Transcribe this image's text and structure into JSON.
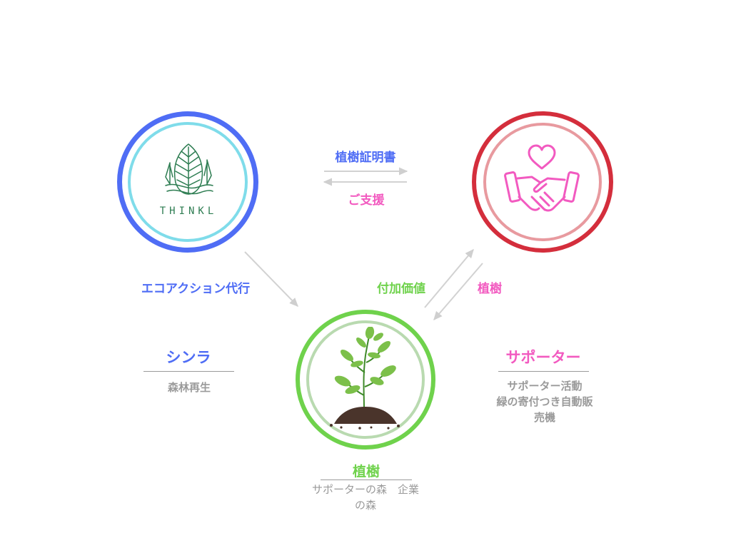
{
  "nodes": {
    "thinkl": {
      "logo_text": "THINKL",
      "color": "#4f6df5",
      "inner_color": "#7fdcea"
    },
    "supporter_circle": {
      "color": "#d42e3c",
      "inner_color": "#e89a9f",
      "icon_color": "#f25ac0"
    },
    "planting_circle": {
      "color": "#6fd24c",
      "inner_color": "#b9dab0"
    }
  },
  "edges": {
    "certificate": {
      "label": "植樹証明書",
      "color": "#4f6df5"
    },
    "support": {
      "label": "ご支援",
      "color": "#f25ac0"
    },
    "eco_action": {
      "label": "エコアクション代行",
      "color": "#4f6df5"
    },
    "added_value": {
      "label": "付加価値",
      "color": "#6fd24c"
    },
    "planting": {
      "label": "植樹",
      "color": "#f25ac0"
    }
  },
  "descriptions": {
    "shinra": {
      "title": "シンラ",
      "color": "#4f6df5",
      "lines": [
        "森林再生"
      ]
    },
    "supporter": {
      "title": "サポーター",
      "color": "#f25ac0",
      "lines": [
        "サポーター活動",
        "緑の寄付つき自動販",
        "売機"
      ]
    },
    "planting": {
      "title": "植樹",
      "color": "#6fd24c",
      "lines": [
        "サポーターの森　企業",
        "の森"
      ]
    }
  }
}
